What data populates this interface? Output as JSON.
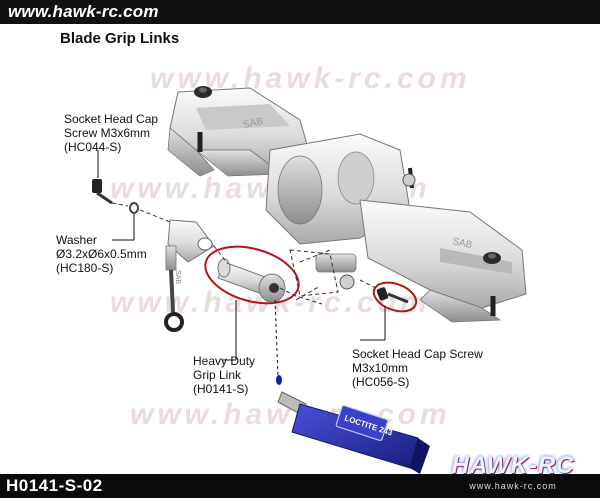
{
  "header": {
    "site_url": "www.hawk-rc.com"
  },
  "title": "Blade Grip Links",
  "watermark": "www.hawk-rc.com",
  "labels": {
    "socket_screw_small": [
      "Socket Head Cap",
      "Screw M3x6mm",
      "(HC044-S)"
    ],
    "washer": [
      "Washer",
      "Ø3.2xØ6x0.5mm",
      "(HC180-S)"
    ],
    "grip_link": [
      "Heavy Duty",
      "Grip Link",
      "(H0141-S)"
    ],
    "socket_screw_large": [
      "Socket Head Cap Screw",
      "M3x10mm",
      "(HC056-S)"
    ]
  },
  "drawing_text": {
    "grip_mark_1": "SAB",
    "grip_mark_2": "SAB",
    "link_mark": "SAB",
    "loctite": "LOCTITE 243"
  },
  "footer": {
    "part_code": "H0141-S-02"
  },
  "logo": {
    "text": "HAWK-RC",
    "url": "www.hawk-rc.com"
  },
  "colors": {
    "highlight_circle": "#b01818",
    "loctite_blue": "#2a2fb0",
    "bar_bg": "#111111"
  },
  "icons": [
    "blade-grip-assembly-icon",
    "grip-link-icon",
    "loctite-bottle-icon",
    "screw-icon",
    "washer-icon"
  ]
}
